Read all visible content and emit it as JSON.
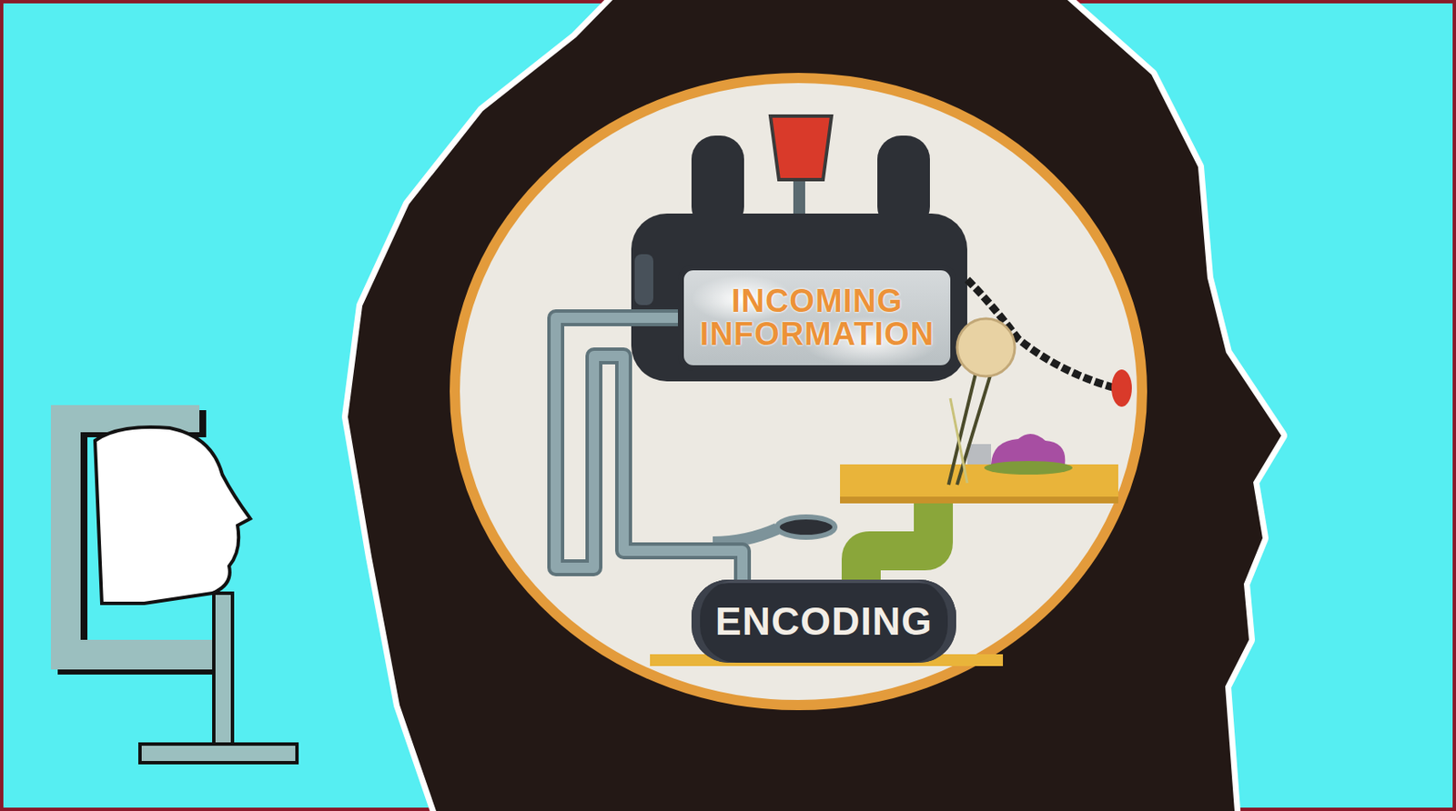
{
  "diagram": {
    "nodes": [
      {
        "text": [
          "INCOMING INFORMATION"
        ]
      },
      {
        "text": [
          "ENCODING"
        ]
      }
    ],
    "edges": [
      {
        "from": 0,
        "to": 1,
        "arrow": "none"
      }
    ]
  }
}
